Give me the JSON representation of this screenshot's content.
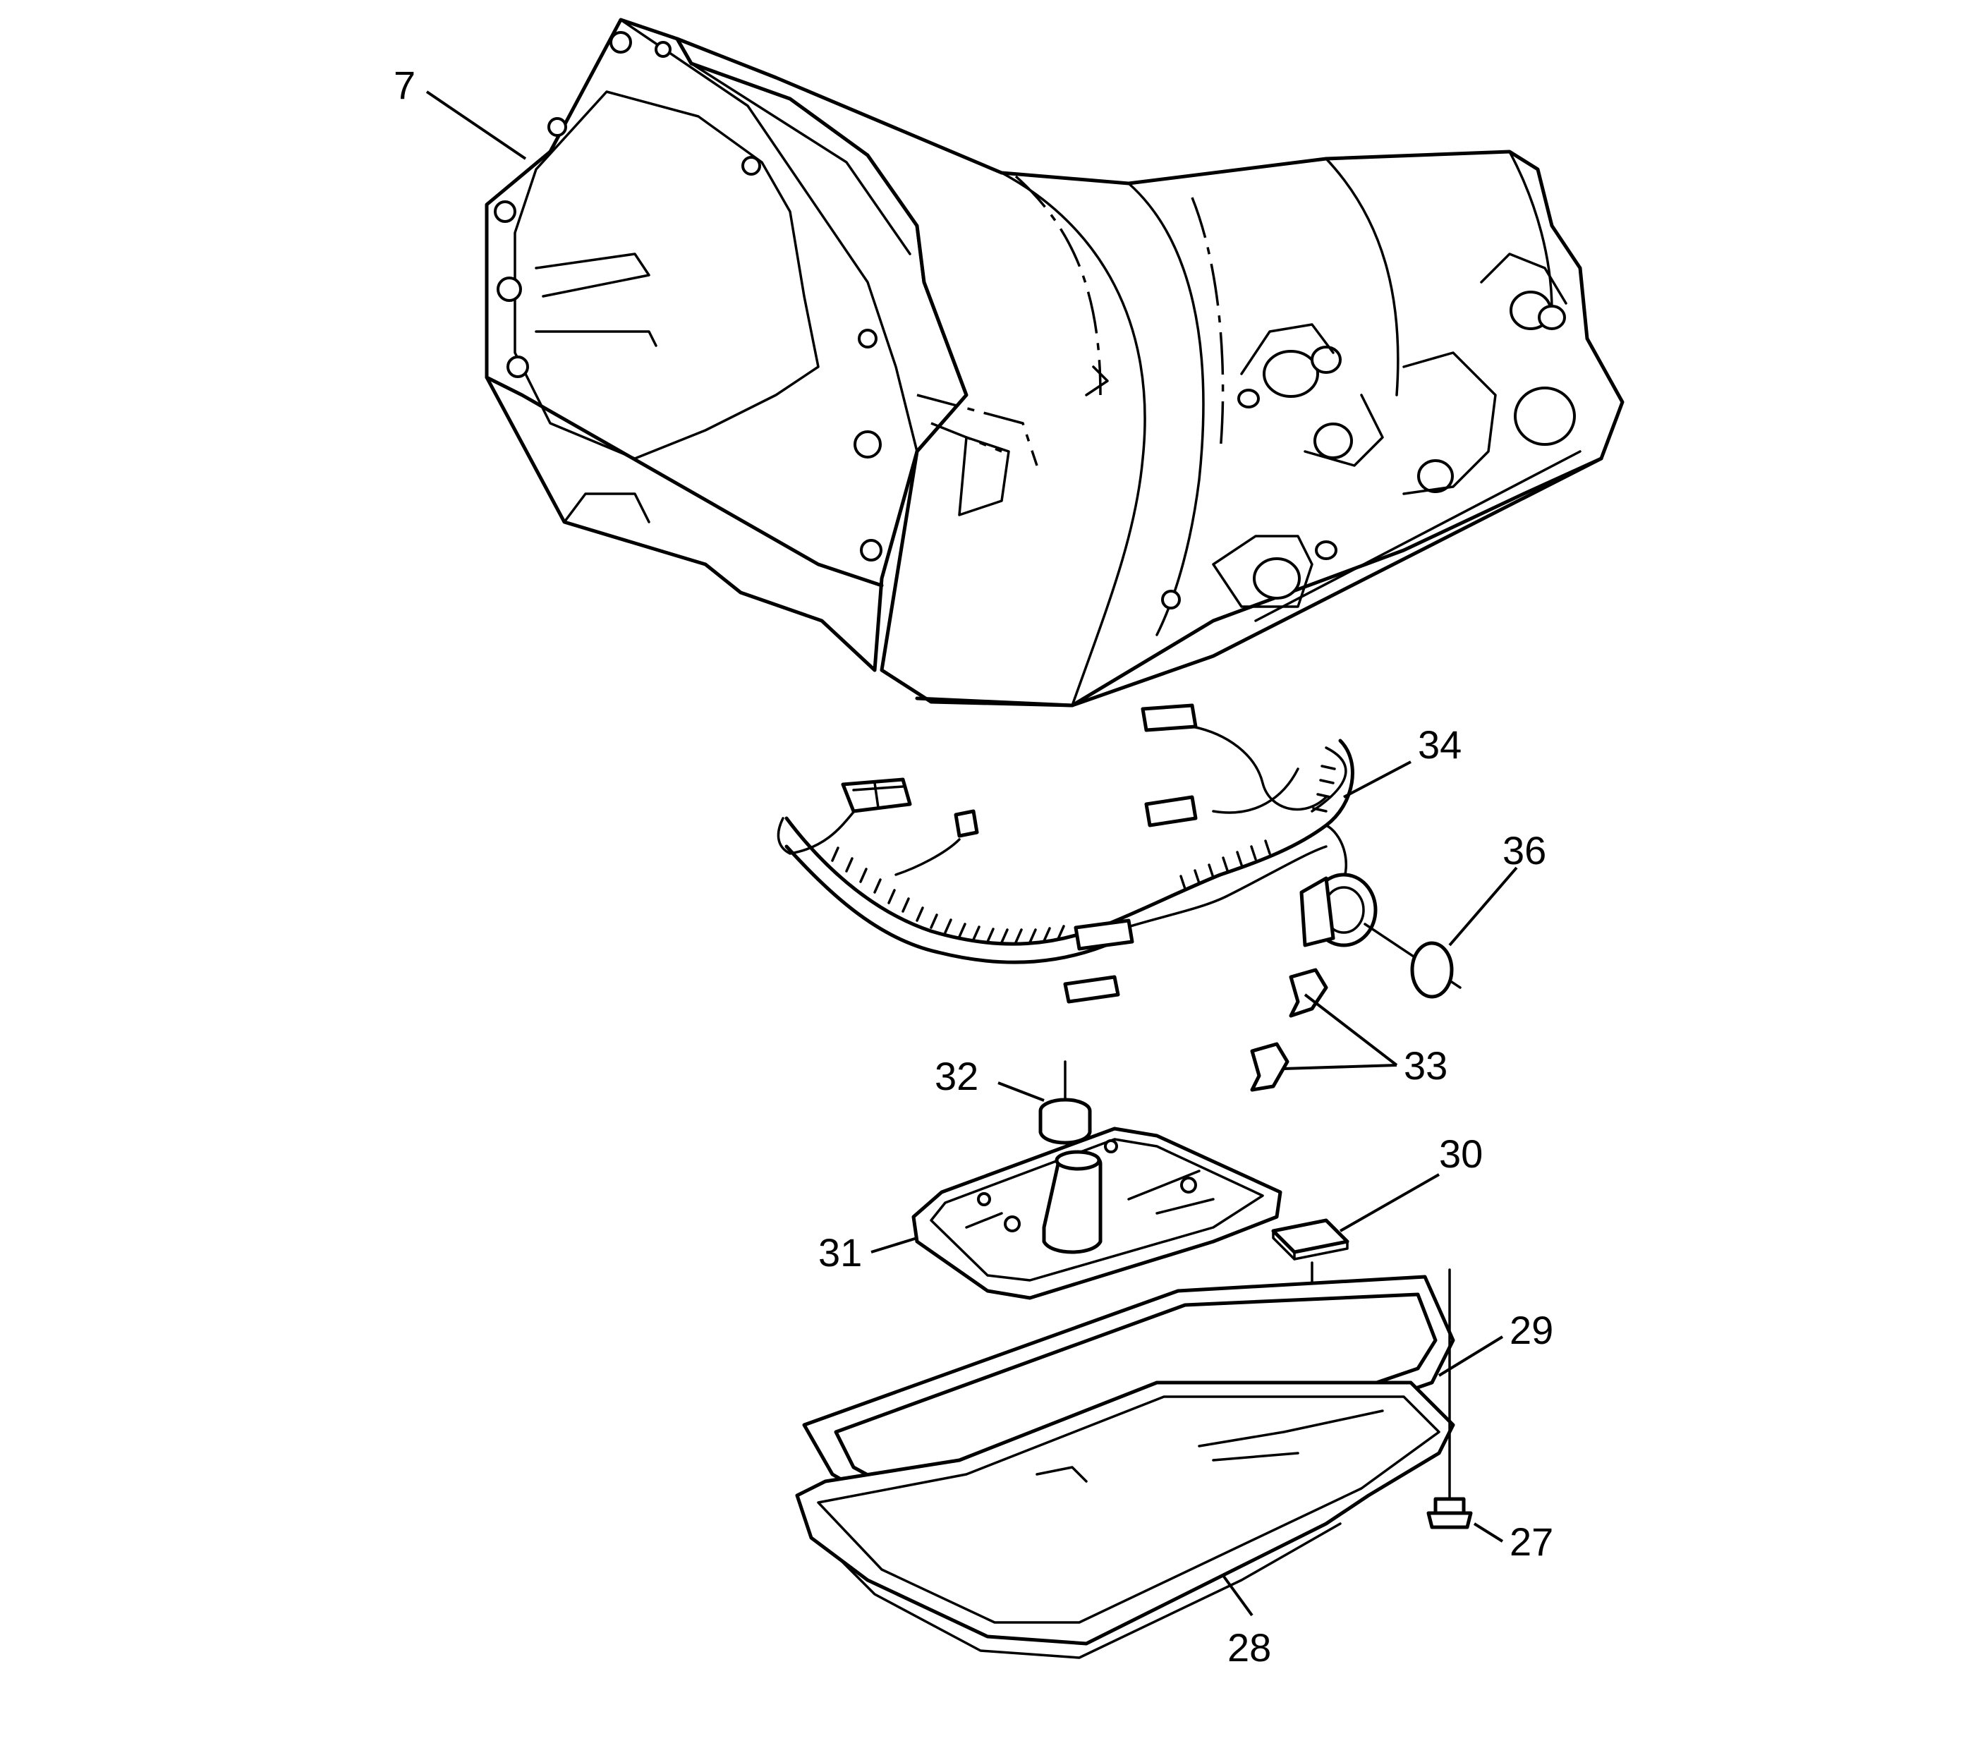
{
  "callouts": {
    "c7": "7",
    "c34": "34",
    "c36": "36",
    "c32": "32",
    "c33": "33",
    "c30": "30",
    "c31": "31",
    "c29": "29",
    "c27": "27",
    "c28": "28"
  },
  "colors": {
    "line": "#000000",
    "background": "#ffffff"
  }
}
